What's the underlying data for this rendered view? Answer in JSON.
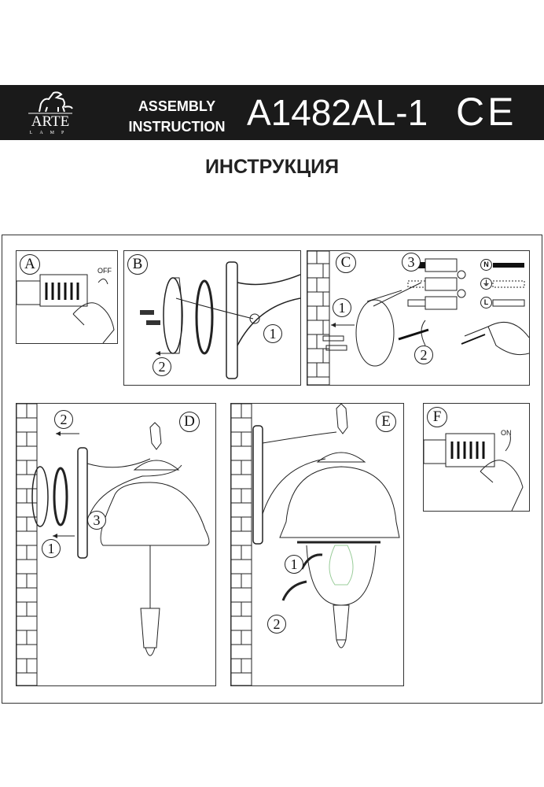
{
  "header": {
    "logo": {
      "name": "ARTE",
      "sub": "LAMP"
    },
    "assembly_line1": "ASSEMBLY",
    "assembly_line2": "INSTRUCTION",
    "model": "A1482AL-1",
    "ce_mark": "CE"
  },
  "title": "ИНСТРУКЦИЯ",
  "panels": {
    "a": {
      "label": "A",
      "switch_text": "OFF"
    },
    "b": {
      "label": "B",
      "steps": [
        "1",
        "2"
      ]
    },
    "c": {
      "label": "C",
      "steps": [
        "1",
        "2",
        "3"
      ],
      "terminals": [
        "N",
        "L"
      ]
    },
    "d": {
      "label": "D",
      "steps": [
        "1",
        "2",
        "3"
      ]
    },
    "e": {
      "label": "E",
      "steps": [
        "1",
        "2"
      ]
    },
    "f": {
      "label": "F",
      "switch_text": "ON"
    }
  }
}
